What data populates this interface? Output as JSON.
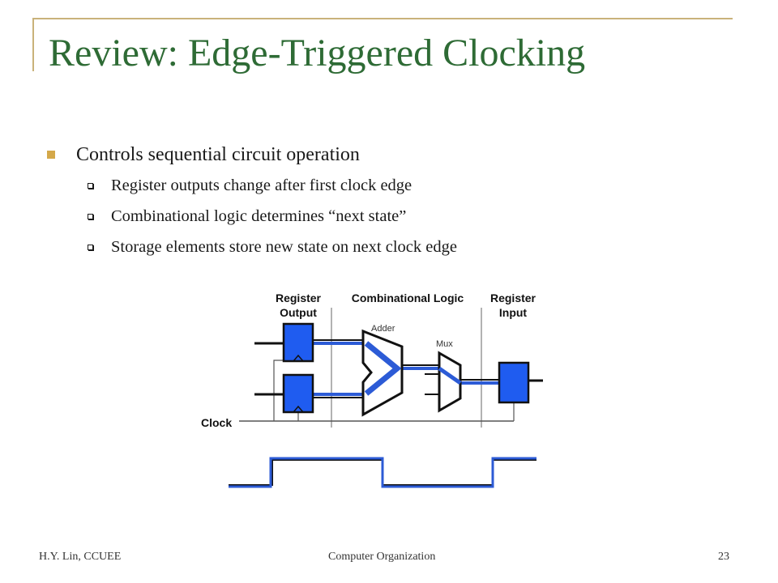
{
  "slide": {
    "title": "Review: Edge-Triggered Clocking",
    "bullet": "Controls sequential circuit operation",
    "subbullets": [
      "Register outputs change after first clock edge",
      "Combinational logic determines “next state”",
      "Storage elements store new state on next clock edge"
    ]
  },
  "diagram": {
    "register_output_label": [
      "Register",
      "Output"
    ],
    "combinational_logic_label": "Combinational Logic",
    "register_input_label": [
      "Register",
      "Input"
    ],
    "adder_label": "Adder",
    "mux_label": "Mux",
    "clock_label": "Clock"
  },
  "footer": {
    "author": "H.Y. Lin, CCUEE",
    "course": "Computer Organization",
    "page": "23"
  },
  "colors": {
    "title": "#2e6b35",
    "accent": "#d4a84a",
    "frame": "#c9b27a",
    "wire_blue": "#2c5bd6",
    "register_fill": "#1f5cf0"
  }
}
